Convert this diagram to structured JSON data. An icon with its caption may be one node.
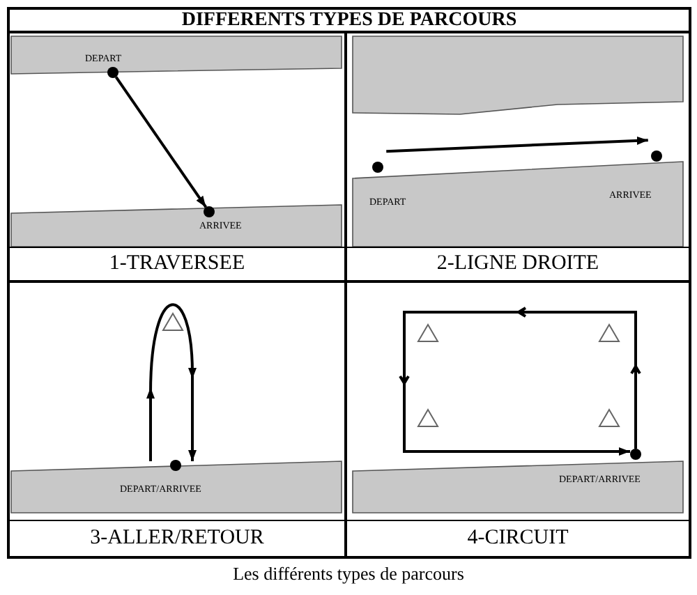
{
  "diagram": {
    "title": "DIFFERENTS TYPES DE PARCOURS",
    "caption": "Les différents types de parcours",
    "nodes": [
      {
        "text": [
          "1-TRAVERSEE"
        ]
      },
      {
        "text": [],
        "shape": "circle",
        "in": 0,
        "beside": [
          "DEPART"
        ]
      },
      {
        "text": [],
        "shape": "circle",
        "in": 0,
        "beside": [
          "ARRIVEE"
        ]
      },
      {
        "text": [
          "2-LIGNE DROITE"
        ]
      },
      {
        "text": [],
        "shape": "circle",
        "in": 3,
        "beside": [
          "DEPART"
        ]
      },
      {
        "text": [],
        "shape": "circle",
        "in": 3,
        "beside": [
          "ARRIVEE"
        ]
      },
      {
        "text": [
          "3-ALLER/RETOUR"
        ]
      },
      {
        "text": [],
        "shape": "triangle",
        "in": 6
      },
      {
        "text": [],
        "shape": "circle",
        "in": 6,
        "beside": [
          "DEPART/ARRIVEE"
        ]
      },
      {
        "text": [
          "4-CIRCUIT"
        ]
      },
      {
        "text": [],
        "shape": "triangle",
        "in": 9
      },
      {
        "text": [],
        "shape": "triangle",
        "in": 9
      },
      {
        "text": [],
        "shape": "triangle",
        "in": 9
      },
      {
        "text": [],
        "shape": "triangle",
        "in": 9
      },
      {
        "text": [],
        "shape": "circle",
        "in": 9,
        "beside": [
          "DEPART/ARRIVEE"
        ]
      }
    ],
    "edges": [
      {
        "from": 1,
        "to": 2,
        "arrow": "to"
      },
      {
        "from": 4,
        "to": 5,
        "arrow": "to"
      },
      {
        "from": 8,
        "to": 8,
        "arrow": "to"
      },
      {
        "from": 14,
        "to": 14,
        "arrow": "to"
      }
    ]
  }
}
